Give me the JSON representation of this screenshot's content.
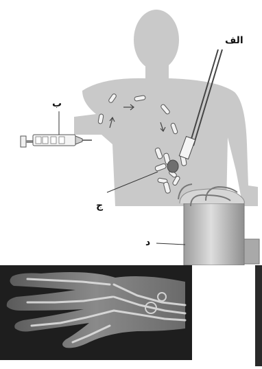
{
  "labels": {
    "a": "الف",
    "b": "ب",
    "c": "ج",
    "d": "د"
  },
  "colors": {
    "silhouette": "#c9c9c9",
    "pill": "#f2f2f2",
    "pill_stroke": "#555555",
    "tumor": "#6f6f6f",
    "detector": "#b5b5b5",
    "xray_bg": "#1e1e1e",
    "bone": "#e4e4e4"
  }
}
